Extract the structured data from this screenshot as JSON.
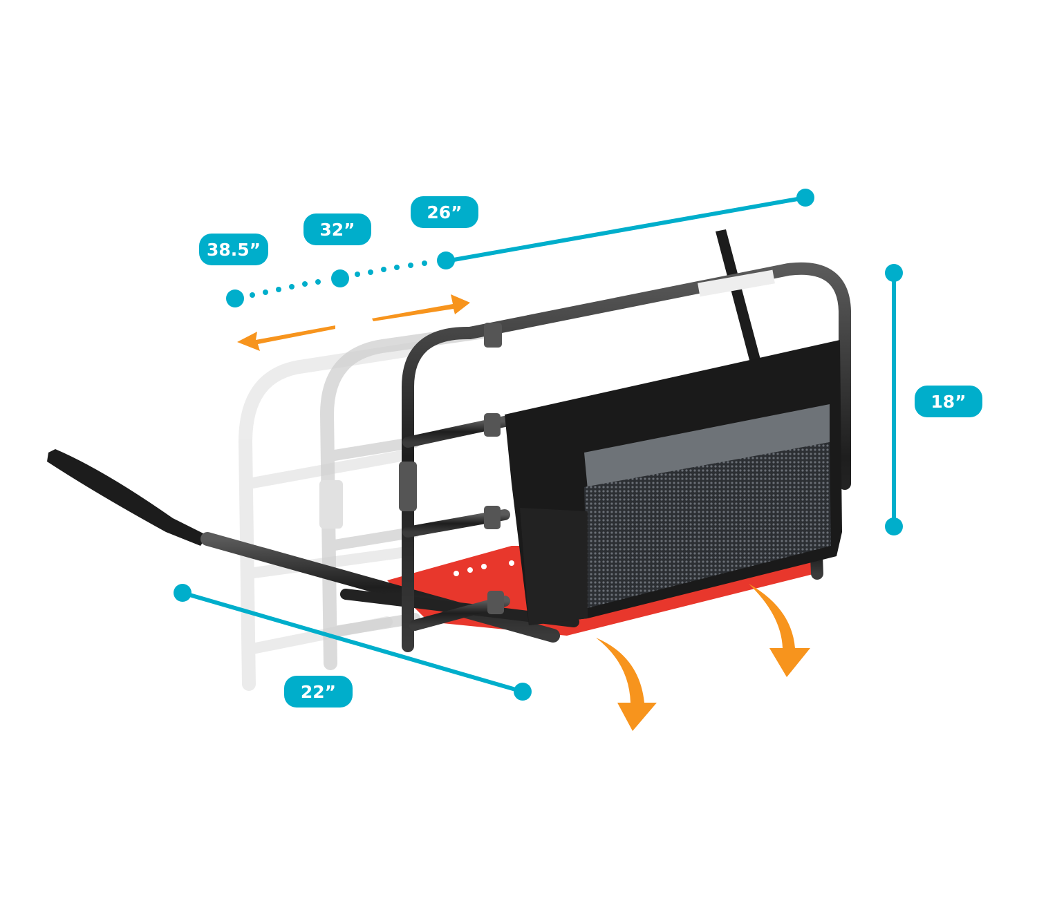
{
  "figure": {
    "subject": "extendable bed assist rail with storage pouch",
    "colors": {
      "dimension_accent": "#00AECB",
      "arrow_accent": "#F7941D",
      "frame": "#2B2B2B",
      "frame_ghost": "#D4D4D4",
      "base_plate": "#E8372C",
      "pouch": "#1A1A1A",
      "pouch_panel": "#6E7378",
      "mesh": "#3A3D42"
    }
  },
  "dimensions": {
    "length_extended_max": "38.5”",
    "length_extended_mid": "32”",
    "length_collapsed": "26”",
    "height": "18”",
    "depth": "22”"
  },
  "annotations": {
    "extend_arrows": [
      "extend-left-arrow",
      "extend-right-arrow"
    ],
    "fold_arrows": [
      "fold-down-arrow-left",
      "fold-down-arrow-right"
    ]
  }
}
